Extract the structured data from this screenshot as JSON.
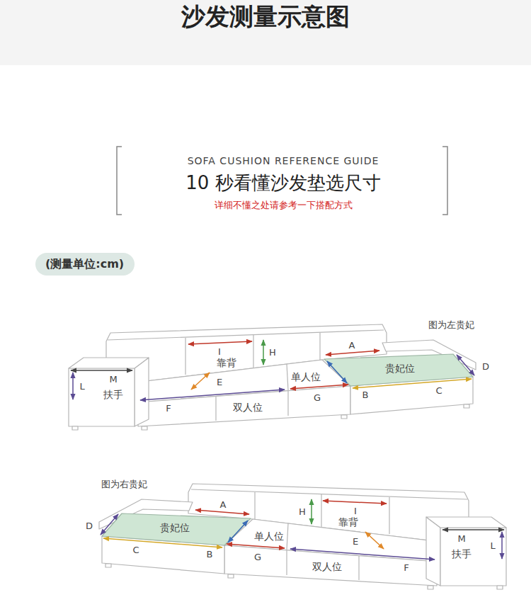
{
  "diagram": {
    "title": "沙发测量示意图",
    "nodes": [
      {
        "text": [
          "(测量单位:cm)"
        ]
      }
    ],
    "labels": [
      "SOFA CUSHION REFERENCE GUIDE",
      "10 秒看懂沙发垫选尺寸",
      "详细不懂之处请参考一下搭配方式",
      "图为左贵妃",
      "I",
      "H",
      "A",
      "D",
      "靠背",
      "单人位",
      "贵妃位",
      "E",
      "G",
      "C",
      "B",
      "L",
      "M",
      "扶手",
      "F",
      "双人位",
      "图为右贵妃",
      "I",
      "H",
      "A",
      "D",
      "靠背",
      "单人位",
      "贵妃位",
      "E",
      "G",
      "C",
      "B",
      "L",
      "M",
      "扶手",
      "F",
      "双人位"
    ]
  }
}
